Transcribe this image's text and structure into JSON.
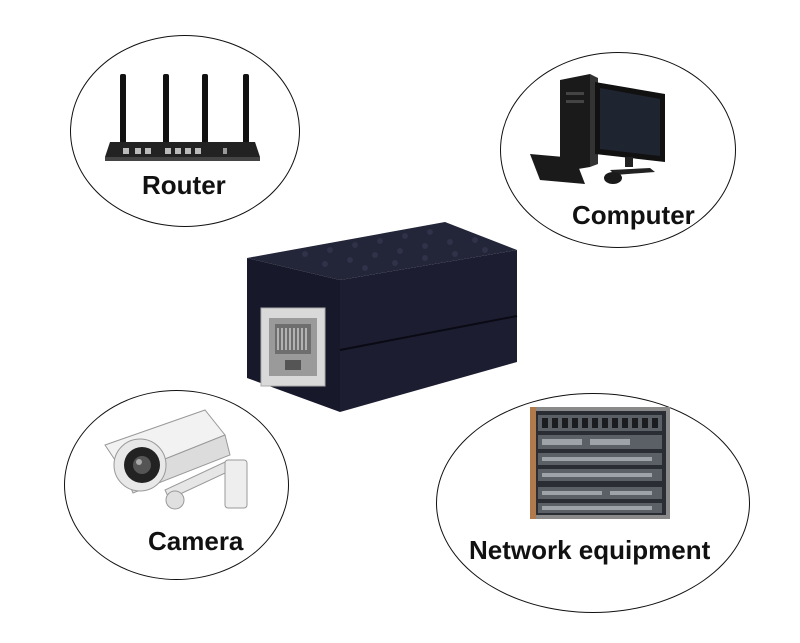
{
  "devices": {
    "router": {
      "label": "Router",
      "icon": "router-icon"
    },
    "computer": {
      "label": "Computer",
      "icon": "desktop-computer-icon"
    },
    "camera": {
      "label": "Camera",
      "icon": "security-camera-icon"
    },
    "network": {
      "label": "Network equipment",
      "icon": "server-rack-icon"
    }
  },
  "product": {
    "icon": "rj45-coupler-icon",
    "color": "#17182a"
  }
}
